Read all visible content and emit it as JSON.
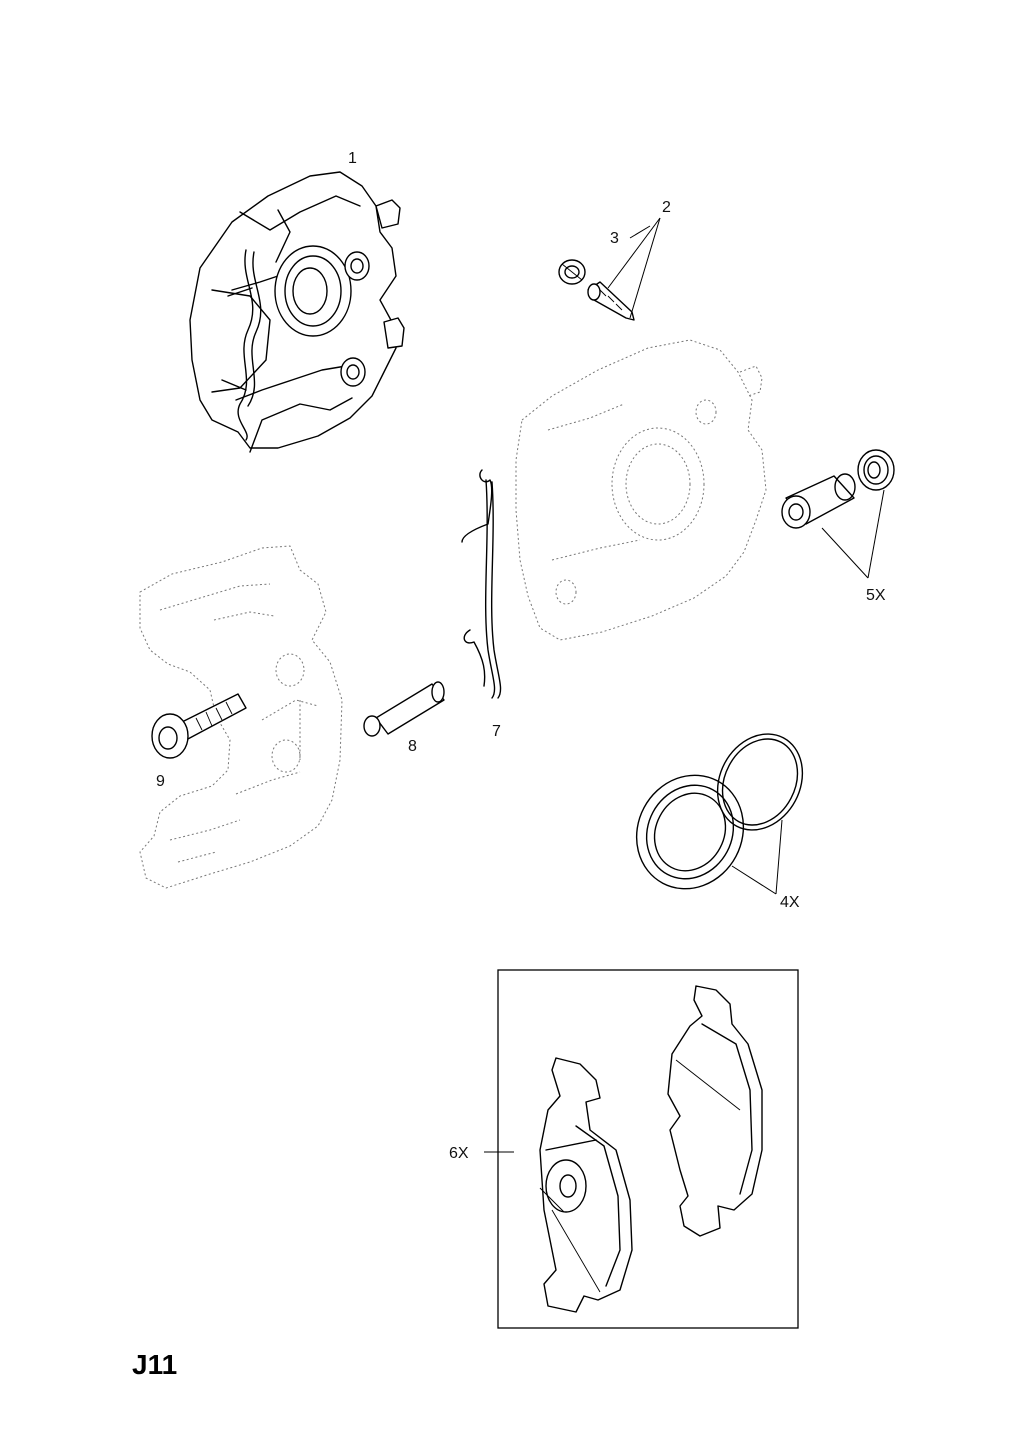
{
  "sheet": {
    "code": "J11"
  },
  "callouts": {
    "c1": "1",
    "c2": "2",
    "c3": "3",
    "c4x": "4X",
    "c5x": "5X",
    "c6x": "6X",
    "c7": "7",
    "c8": "8",
    "c9": "9"
  },
  "colors": {
    "line": "#000000",
    "ghost": "#777777",
    "background": "#ffffff"
  }
}
